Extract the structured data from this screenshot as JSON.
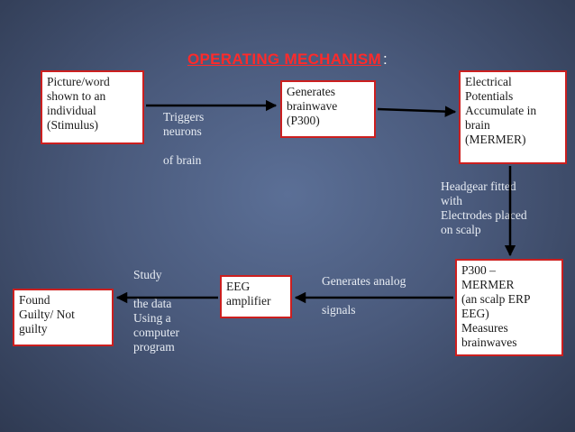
{
  "title": "OPERATING  MECHANISM",
  "title_colon": ":",
  "colors": {
    "title": "#ff2a2a",
    "box_border": "#cc1f1f",
    "arrow": "#000000",
    "label_text": "#e7ecf3"
  },
  "boxes": {
    "stimulus": "Picture/word\nshown to an\nindividual\n(Stimulus)",
    "p300_gen": "Generates\nbrainwave\n(P300)",
    "mermer": "Electrical\nPotentials\nAccumulate in\nbrain\n(MERMER)",
    "p300_mermer": "P300 –\nMERMER\n(an scalp ERP\nEEG)\nMeasures\nbrainwaves",
    "eeg": "EEG\namplifier",
    "result": "Found\nGuilty/ Not\nguilty"
  },
  "labels": {
    "triggers": "Triggers\nneurons\n\nof brain",
    "headgear": "Headgear      fitted\nwith\nElectrodes  placed\non scalp",
    "analog": "Generates analog\n\nsignals",
    "study": "Study\n\nthe data\nUsing a\ncomputer\nprogram"
  }
}
